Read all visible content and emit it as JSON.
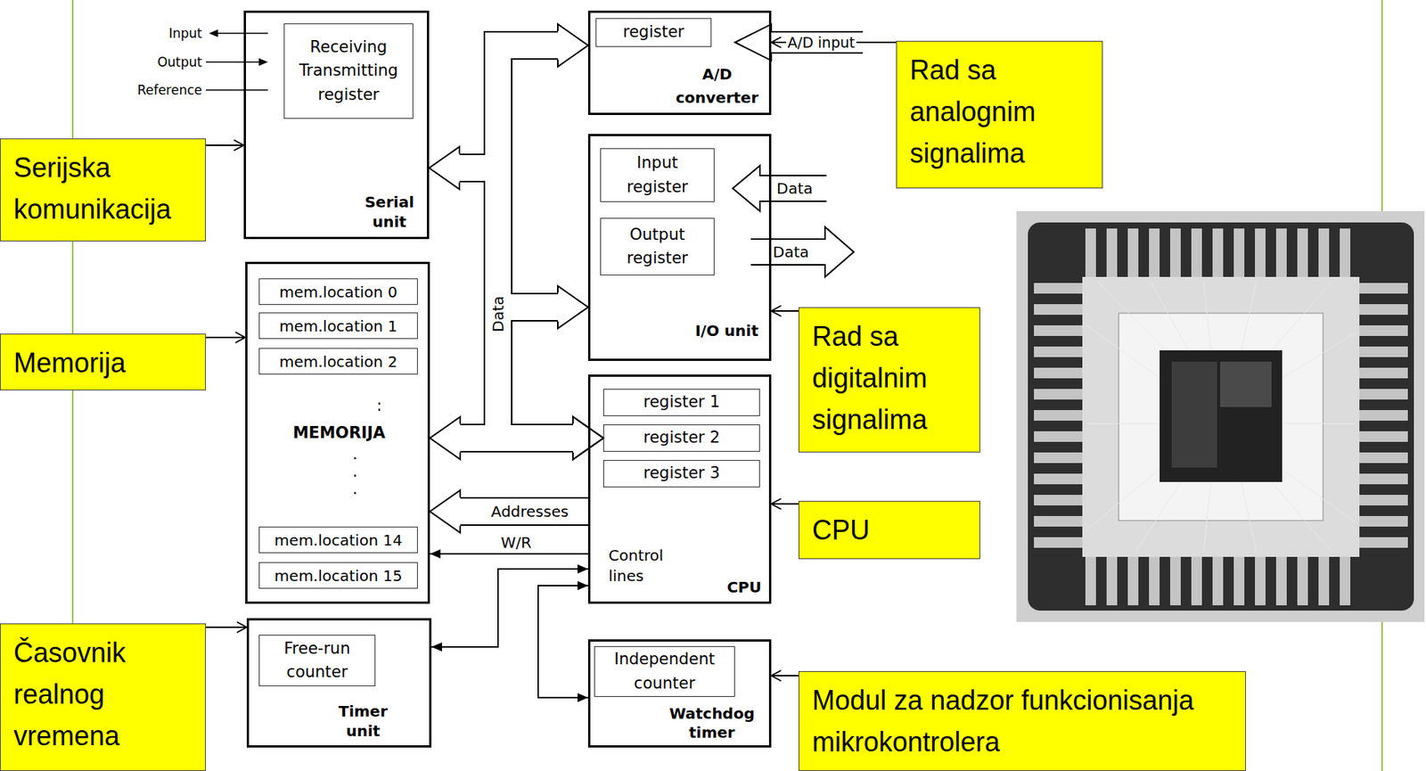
{
  "diagram": {
    "nodes": [
      {
        "text": [
          "Serial unit"
        ]
      },
      {
        "text": [
          "Receiving Transmitting register"
        ],
        "in": 0
      },
      {
        "text": [
          "A/D converter"
        ]
      },
      {
        "text": [
          "register"
        ],
        "in": 2
      },
      {
        "text": [
          "Rad sa analognim signalima"
        ]
      },
      {
        "text": [
          "Serijska komunikacija"
        ]
      },
      {
        "text": [
          "I/O unit"
        ]
      },
      {
        "text": [
          "Input register"
        ],
        "in": 6
      },
      {
        "text": [
          "Output register"
        ],
        "in": 6
      },
      {
        "text": [
          ":",
          "MEMORIJA",
          ". . ."
        ]
      },
      {
        "text": [
          "mem.location 0"
        ],
        "in": 9
      },
      {
        "text": [
          "mem.location 1"
        ],
        "in": 9
      },
      {
        "text": [
          "mem.location 2"
        ],
        "in": 9
      },
      {
        "text": [
          "mem.location 14"
        ],
        "in": 9
      },
      {
        "text": [
          "mem.location 15"
        ],
        "in": 9
      },
      {
        "text": [
          "Memorija"
        ]
      },
      {
        "text": [
          "Rad sa digitalnim signalima"
        ]
      },
      {
        "text": [
          "Control lines",
          "CPU"
        ]
      },
      {
        "text": [
          "register 1"
        ],
        "in": 17
      },
      {
        "text": [
          "register 2"
        ],
        "in": 17
      },
      {
        "text": [
          "register 3"
        ],
        "in": 17
      },
      {
        "text": [
          "CPU"
        ]
      },
      {
        "text": [
          "Timer unit"
        ]
      },
      {
        "text": [
          "Free-run counter"
        ],
        "in": 22
      },
      {
        "text": [
          "Časovnik realnog vremena"
        ]
      },
      {
        "text": [
          "Watchdog timer"
        ]
      },
      {
        "text": [
          "Independent counter"
        ],
        "in": 25
      },
      {
        "text": [
          "Modul za nadzor funkcionisanja mikrokontrolera"
        ]
      }
    ],
    "edges": [
      {
        "from": 5,
        "to": 0,
        "arrow": "to"
      },
      {
        "from": 4,
        "to": 2,
        "label": "A/D input",
        "arrow": "to"
      },
      {
        "from": 15,
        "to": 9,
        "arrow": "to"
      },
      {
        "from": 16,
        "to": 6,
        "arrow": "to"
      },
      {
        "from": 21,
        "to": 17,
        "arrow": "to"
      },
      {
        "from": 24,
        "to": 22,
        "arrow": "to"
      },
      {
        "from": 27,
        "to": 25,
        "arrow": "to"
      },
      {
        "from": 19,
        "to": 0,
        "label": "Data",
        "arrow": "both"
      },
      {
        "from": 19,
        "to": 2,
        "arrow": "both"
      },
      {
        "from": 19,
        "to": 6,
        "arrow": "both"
      },
      {
        "from": 19,
        "to": 9,
        "arrow": "both"
      },
      {
        "from": 17,
        "to": 9,
        "label": "Addresses",
        "arrow": "to"
      },
      {
        "from": 17,
        "to": 9,
        "label": "W/R",
        "arrow": "to"
      },
      {
        "from": 17,
        "to": 22,
        "arrow": "both"
      },
      {
        "from": 17,
        "to": 25,
        "arrow": "both"
      }
    ],
    "labels": [
      "Input",
      "Output",
      "Reference",
      "Data",
      "Data"
    ]
  }
}
